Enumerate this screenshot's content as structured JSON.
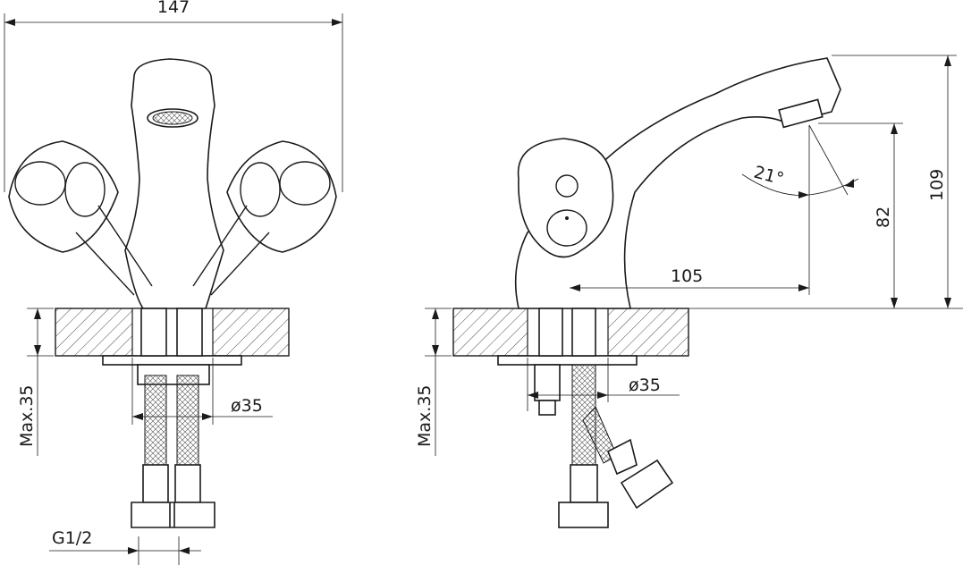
{
  "front_view": {
    "width_label": "147",
    "mount_depth_label": "Max.35",
    "hole_diameter_label": "ø35",
    "thread_label": "G1/2"
  },
  "side_view": {
    "height_label": "109",
    "outlet_height_label": "82",
    "reach_label": "105",
    "angle_label": "21°",
    "mount_depth_label": "Max.35",
    "hole_diameter_label": "ø35"
  }
}
